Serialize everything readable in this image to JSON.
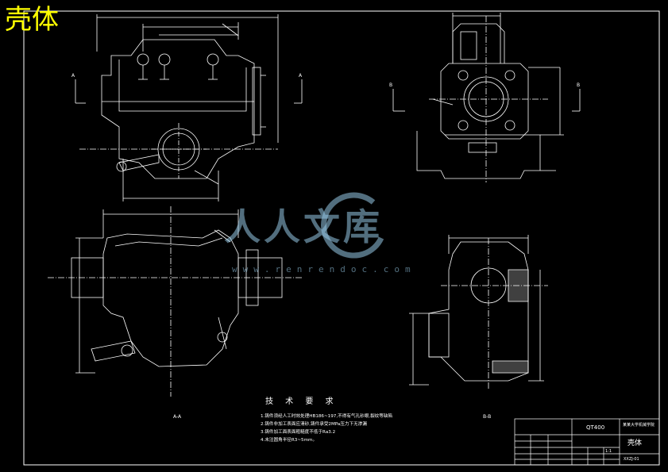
{
  "drawing": {
    "title_stamp": "壳体",
    "section_labels": {
      "top_left_A": "A",
      "top_right_A": "A",
      "top_left_B": "B",
      "top_right_B": "B",
      "view_aa": "A-A",
      "view_bb": "B-B"
    },
    "technical_requirements": {
      "heading": "技 术 要 求",
      "notes": [
        "1.铸件须经人工时效处理HB186~197,不得有气孔砂眼,裂纹等缺陷",
        "2.铸件非加工表面应清砂,铸件承受2MPa压力下无渗漏",
        "3.铸件加工面表面粗糙度不低于Ra3.2",
        "4.未注圆角半径R3~5mm。"
      ]
    },
    "watermark": {
      "text": "人人文库",
      "url": "www.renrendoc.com"
    },
    "title_block": {
      "code": "QT400",
      "part_name": "壳体",
      "org": "某某大学机械学院",
      "drawing_no": "XXZJ-01",
      "scale": "1:1"
    },
    "colors": {
      "background": "#000000",
      "lines": "#ffffff",
      "title_stamp": "#ffff00",
      "watermark": "#96c8e6"
    }
  }
}
